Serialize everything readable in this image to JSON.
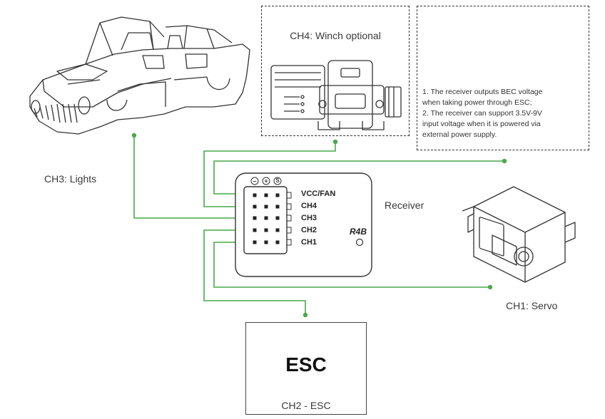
{
  "winch_box": {
    "label": "CH4: Winch optional"
  },
  "notes": {
    "lines": [
      "1. The receiver outputs BEC voltage",
      "when taking power through ESC;",
      "2. The receiver can support 3.5V-9V",
      "input voltage when it is powered via",
      "external power supply."
    ]
  },
  "lights": {
    "label": "CH3: Lights"
  },
  "receiver": {
    "label": "Receiver",
    "model": "R4B",
    "pin_symbols": [
      "⊖",
      "⊕",
      "S"
    ],
    "channels": [
      "VCC/FAN",
      "CH4",
      "CH3",
      "CH2",
      "CH1"
    ]
  },
  "servo": {
    "label": "CH1: Servo"
  },
  "esc": {
    "title": "ESC",
    "label": "CH2 - ESC"
  },
  "colors": {
    "wire": "#4aa84a",
    "outline": "#333333"
  }
}
